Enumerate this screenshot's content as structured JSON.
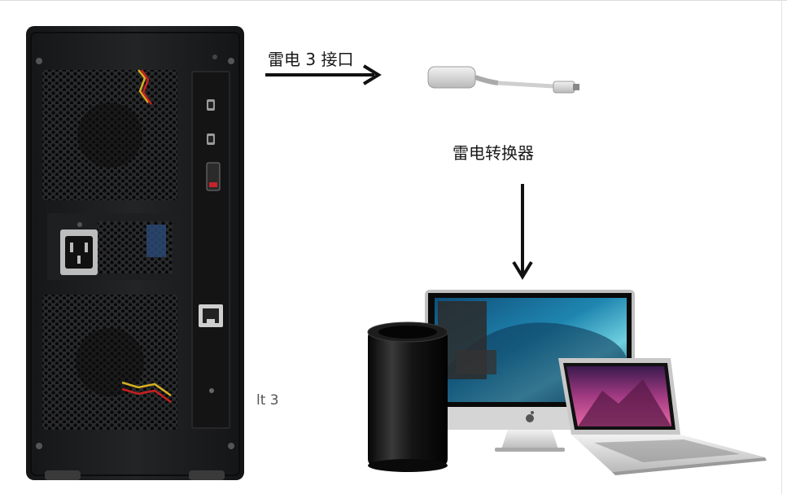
{
  "labels": {
    "port": "雷电 3 接口",
    "adapter": "雷电转换器",
    "clipped": "lt 3"
  },
  "colors": {
    "enclosure": "#1b1c1e",
    "accent_arrow": "#111111",
    "ocean": "#1f86b0",
    "mountain": "#c9437d"
  },
  "icons": [
    "enclosure-back-panel",
    "fan-grille-icon",
    "power-socket-icon",
    "ethernet-port-icon",
    "thunderbolt-port-icon",
    "thunderbolt-adapter-icon",
    "mac-pro-icon",
    "imac-icon",
    "macbook-air-icon",
    "apple-logo-icon"
  ]
}
